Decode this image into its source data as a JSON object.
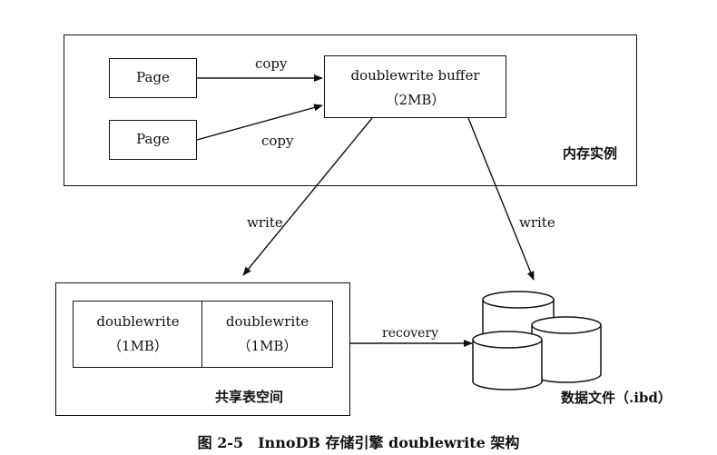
{
  "memory": {
    "label": "内存实例",
    "page1": "Page",
    "page2": "Page",
    "copy1": "copy",
    "copy2": "copy",
    "buffer_line1": "doublewrite buffer",
    "buffer_line2": "（2MB）"
  },
  "arrows": {
    "write_left": "write",
    "write_right": "write",
    "recovery": "recovery"
  },
  "shared": {
    "label": "共享表空间",
    "dw1_line1": "doublewrite",
    "dw1_line2": "（1MB）",
    "dw2_line1": "doublewrite",
    "dw2_line2": "（1MB）"
  },
  "datafile": {
    "label": "数据文件（.ibd）"
  },
  "caption": "图 2-5　InnoDB 存储引擎 doublewrite 架构"
}
